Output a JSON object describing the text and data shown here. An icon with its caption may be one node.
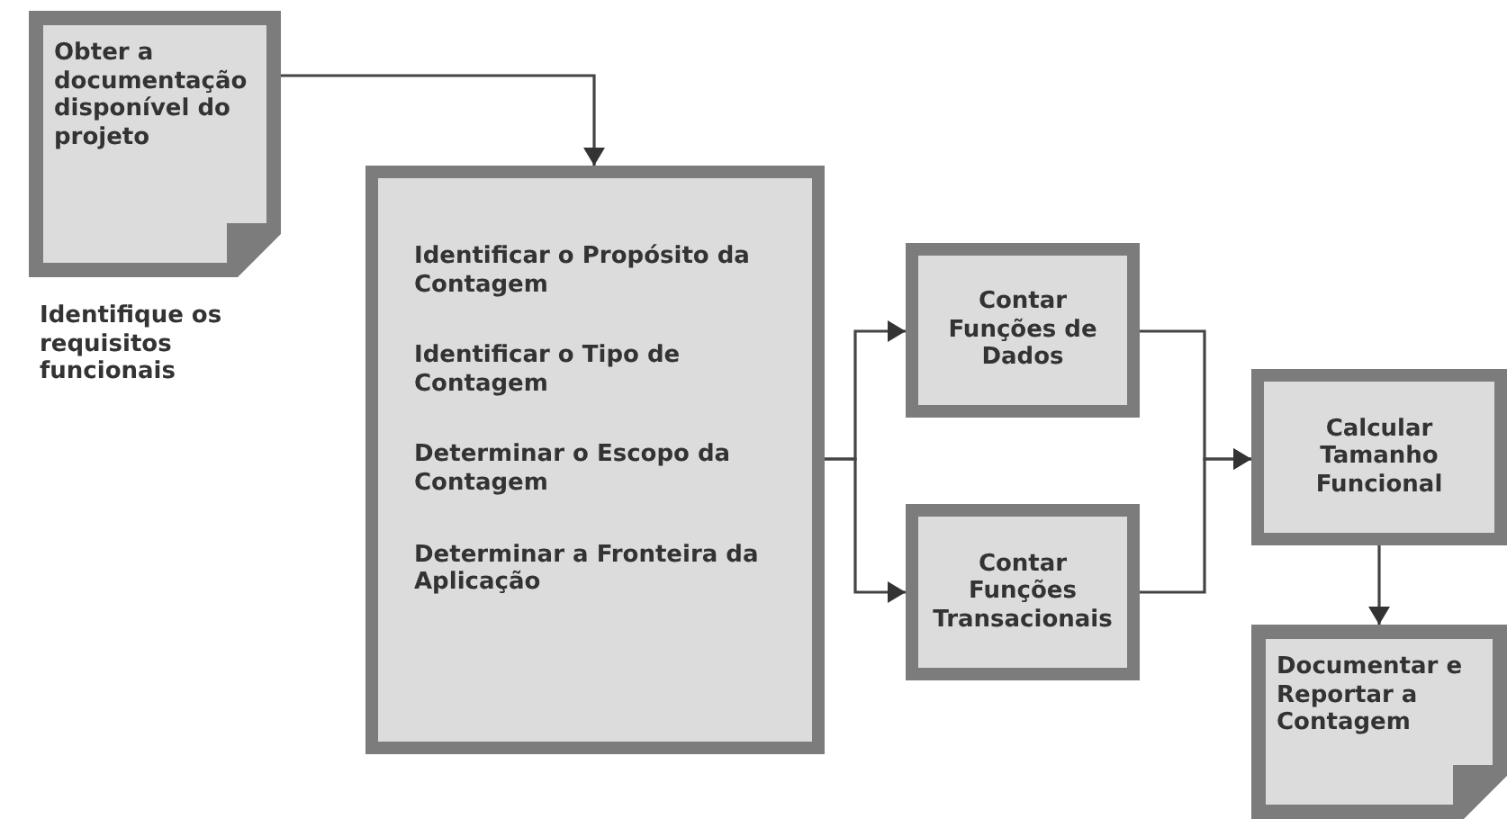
{
  "diagram": {
    "nodes": [
      {
        "text": [
          "Obter a documentação disponível do projeto"
        ],
        "beside": [
          "Identifique os requisitos funcionais"
        ]
      },
      {
        "text": [
          "Identificar o Propósito da Contagem",
          "Identificar o Tipo de Contagem",
          "Determinar o Escopo da Contagem",
          "Determinar a Fronteira da Aplicação"
        ]
      },
      {
        "text": [
          "Contar Funções de Dados"
        ]
      },
      {
        "text": [
          "Contar Funções Transacionais"
        ]
      },
      {
        "text": [
          "Calcular Tamanho Funcional"
        ]
      },
      {
        "text": [
          "Documentar e Reportar a Contagem"
        ]
      }
    ],
    "edges": [
      {
        "from": 0,
        "to": 1,
        "arrow": "to"
      },
      {
        "from": 1,
        "to": 2,
        "arrow": "to"
      },
      {
        "from": 1,
        "to": 3,
        "arrow": "to"
      },
      {
        "from": 2,
        "to": 4,
        "arrow": "to"
      },
      {
        "from": 3,
        "to": 4,
        "arrow": "to"
      },
      {
        "from": 4,
        "to": 5,
        "arrow": "to"
      }
    ]
  }
}
